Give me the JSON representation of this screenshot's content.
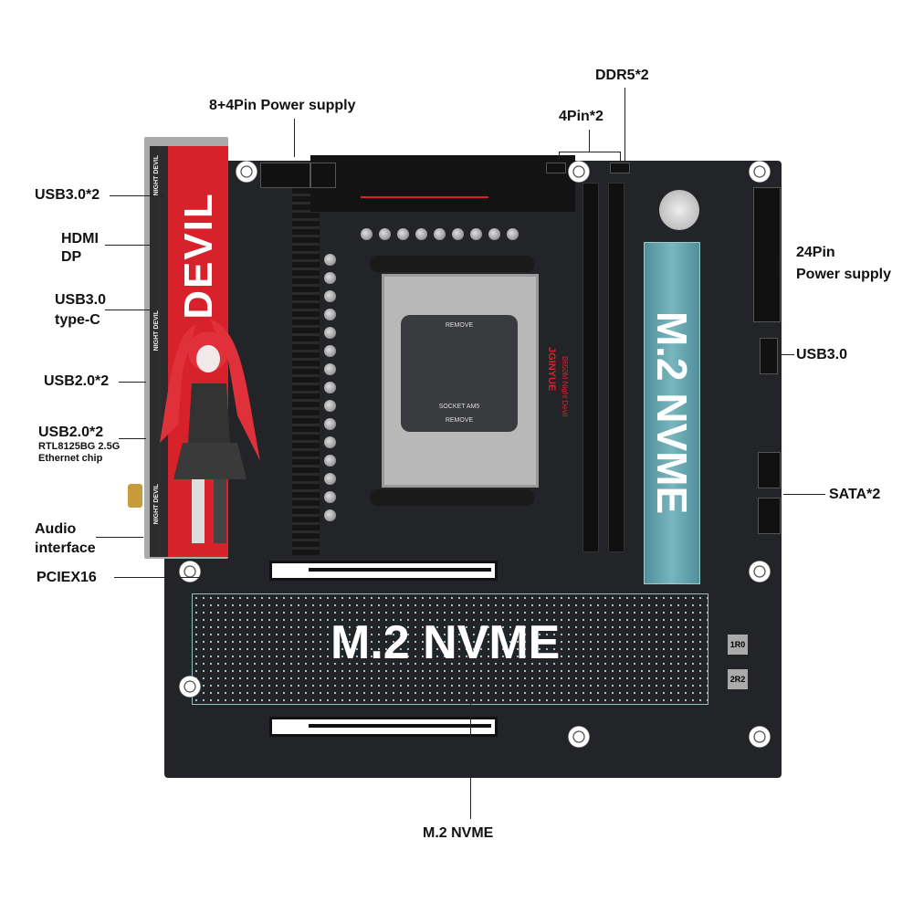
{
  "labels": {
    "power_8_4": "8+4Pin Power supply",
    "ddr5": "DDR5*2",
    "fan_4pin": "4Pin*2",
    "usb30x2": "USB3.0*2",
    "hdmi": "HDMI",
    "dp": "DP",
    "usb30": "USB3.0",
    "typec": "type-C",
    "usb20x2_a": "USB2.0*2",
    "usb20x2_b": "USB2.0*2",
    "ethernet_1": "RTL8125BG 2.5G",
    "ethernet_2": "Ethernet chip",
    "audio_1": "Audio",
    "audio_2": "interface",
    "pciex16": "PCIEX16",
    "power24_1": "24Pin",
    "power24_2": "Power supply",
    "usb30_header": "USB3.0",
    "sata": "SATA*2",
    "m2_bottom": "M.2 NVME"
  },
  "board": {
    "heatsink_text": "M.2 NVME",
    "vertical_heatsink_text": "M.2 NVME",
    "io_cover_brand": "DEVIL",
    "io_cover_small": "NIGHT DEVIL",
    "socket_remove": "REMOVE",
    "socket_name": "SOCKET AM5",
    "brand": "JGINYUE",
    "model": "B650M Night Devil",
    "inductor_1": "1R0",
    "inductor_2": "2R2"
  },
  "colors": {
    "accent_red": "#d8222b",
    "heatsink_teal": "#6fb3bb",
    "board": "#232427"
  }
}
